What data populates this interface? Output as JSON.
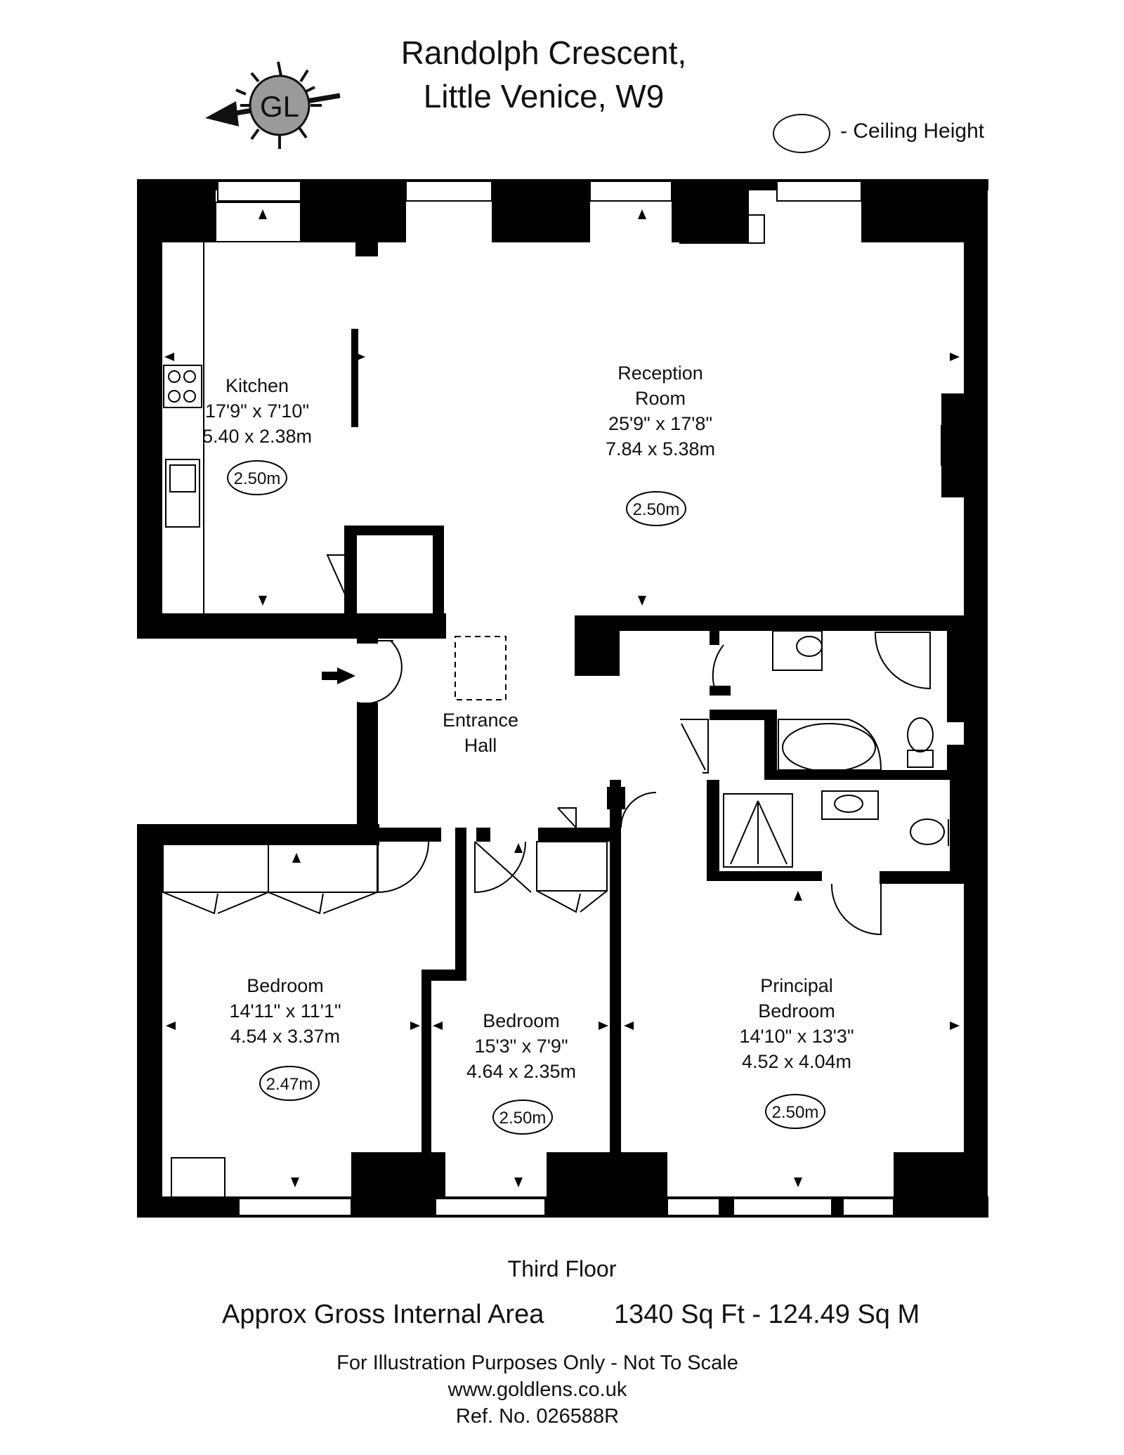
{
  "header": {
    "title_line1": "Randolph Crescent,",
    "title_line2": "Little Venice, W9",
    "logo_text": "GL",
    "ceiling_legend_label": "- Ceiling Height"
  },
  "rooms": {
    "kitchen": {
      "name_lines": [
        "Kitchen"
      ],
      "imperial": "17'9\" x 7'10\"",
      "metric": "5.40 x 2.38m",
      "ceiling": "2.50m"
    },
    "reception": {
      "name_lines": [
        "Reception",
        "Room"
      ],
      "imperial": "25'9\" x 17'8\"",
      "metric": "7.84 x 5.38m",
      "ceiling": "2.50m"
    },
    "entrance": {
      "name_lines": [
        "Entrance",
        "Hall"
      ]
    },
    "bedroom_left": {
      "name_lines": [
        "Bedroom"
      ],
      "imperial": "14'11\" x 11'1\"",
      "metric": "4.54 x 3.37m",
      "ceiling": "2.47m"
    },
    "bedroom_mid": {
      "name_lines": [
        "Bedroom"
      ],
      "imperial": "15'3\" x 7'9\"",
      "metric": "4.64 x 2.35m",
      "ceiling": "2.50m"
    },
    "principal": {
      "name_lines": [
        "Principal",
        "Bedroom"
      ],
      "imperial": "14'10\" x 13'3\"",
      "metric": "4.52 x 4.04m",
      "ceiling": "2.50m"
    }
  },
  "footer": {
    "floor_name": "Third Floor",
    "area_label": "Approx Gross Internal Area",
    "area_value": "1340 Sq Ft  - 124.49 Sq M",
    "disclaimer": "For Illustration Purposes Only - Not To Scale",
    "website": "www.goldlens.co.uk",
    "ref": "Ref. No. 026588R"
  },
  "colors": {
    "wall": "#000000",
    "logo": "#9a9a9a",
    "background": "#ffffff"
  }
}
